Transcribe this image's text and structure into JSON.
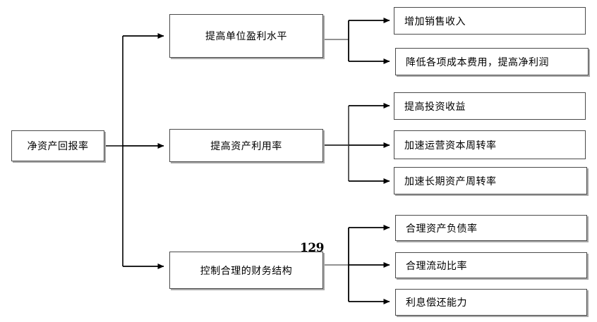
{
  "diagram": {
    "type": "tree",
    "orientation": "left-to-right",
    "root": {
      "id": "roe",
      "label": "净资产回报率"
    },
    "branches": [
      {
        "id": "branch-profitability",
        "label": "提高单位盈利水平",
        "children": [
          {
            "id": "leaf-sales-revenue",
            "label": "增加销售收入"
          },
          {
            "id": "leaf-cost-reduction",
            "label": "降低各项成本费用，提高净利润"
          }
        ]
      },
      {
        "id": "branch-asset-utilization",
        "label": "提高资产利用率",
        "children": [
          {
            "id": "leaf-investment-return",
            "label": "提高投资收益"
          },
          {
            "id": "leaf-working-capital-turnover",
            "label": "加速运营资本周转率"
          },
          {
            "id": "leaf-long-term-asset-turnover",
            "label": "加速长期资产周转率"
          }
        ]
      },
      {
        "id": "branch-financial-structure",
        "label": "控制合理的财务结构",
        "children": [
          {
            "id": "leaf-debt-ratio",
            "label": "合理资产负债率"
          },
          {
            "id": "leaf-current-ratio",
            "label": "合理流动比率"
          },
          {
            "id": "leaf-interest-coverage",
            "label": "利息偿还能力"
          }
        ]
      }
    ],
    "page_number": "129",
    "colors": {
      "box_border": "#4a4a4a",
      "box_fill": "#ffffff",
      "connector": "#000000",
      "shadow": "#a8a8a8",
      "text": "#000000"
    }
  }
}
